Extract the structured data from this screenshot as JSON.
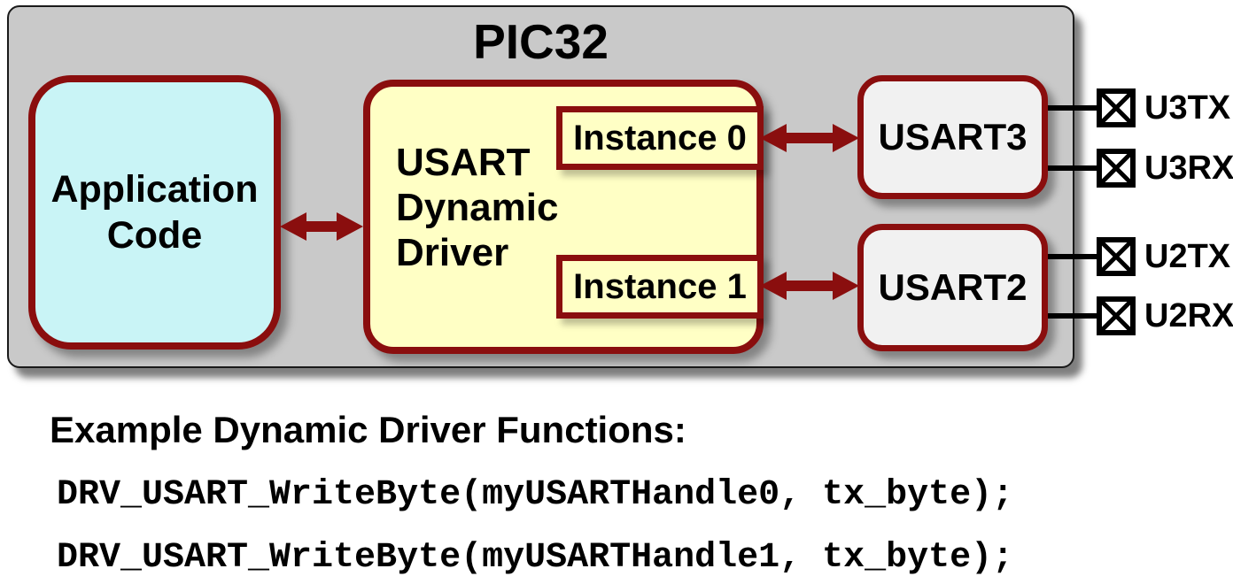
{
  "colors": {
    "dark-red": "#8A0E0E",
    "chip-gray": "#C9C9C9",
    "cyan": "#C9F4F6",
    "yellow": "#FFFFC5",
    "light-gray": "#F1F1F1"
  },
  "diagram": {
    "chip_label": "PIC32",
    "blocks": {
      "application": {
        "label": "Application\nCode"
      },
      "driver": {
        "label": "USART\nDynamic\nDriver"
      },
      "instance0": {
        "label": "Instance 0"
      },
      "instance1": {
        "label": "Instance 1"
      },
      "usart3": {
        "label": "USART3"
      },
      "usart2": {
        "label": "USART2"
      }
    },
    "pins": [
      {
        "label": "U3TX"
      },
      {
        "label": "U3RX"
      },
      {
        "label": "U2TX"
      },
      {
        "label": "U2RX"
      }
    ]
  },
  "caption": {
    "heading": "Example Dynamic Driver Functions:",
    "code_lines": [
      "DRV_USART_WriteByte(myUSARTHandle0, tx_byte);",
      "DRV_USART_WriteByte(myUSARTHandle1, tx_byte);"
    ]
  }
}
